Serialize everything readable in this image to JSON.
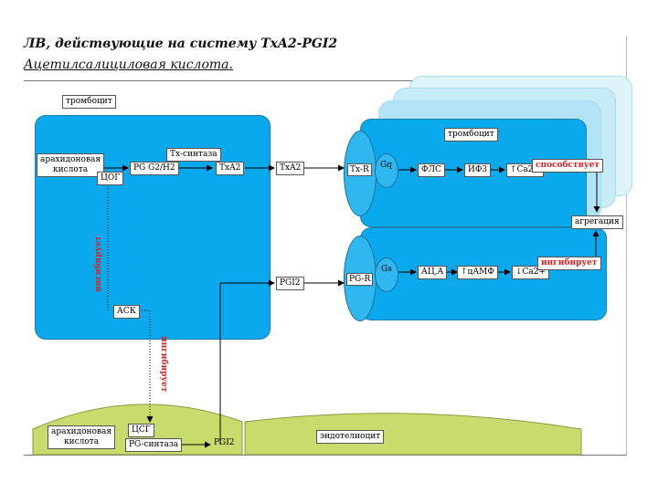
{
  "title": "ЛВ, действующие на систему TxA2-PGI2",
  "subtitle": "Ацетилсалициловая кислота.",
  "labels": {
    "thrombocyte_left": "тромбоцит",
    "thrombocyte_right": "тромбоцит",
    "arachidonic_top": "арахидоновая\nкислота",
    "cog": "ЦОГ",
    "pgg": "PG G2/H2",
    "tx_synthase": "Tx-синтаза",
    "txa2_in": "TxA2",
    "txa2_mid": "TxA2",
    "tx_r": "Tx-R",
    "gq": "Gq",
    "fls": "ФЛС",
    "if3": "ИФ3",
    "ca_up": "↑Ca2+",
    "promotes": "способствует",
    "aggregation": "агрегация",
    "pg_r": "PG-R",
    "gs": "Gs",
    "ac": "АЦ,А",
    "camp": "↑цАМФ",
    "ca_down": "↓Ca2+",
    "inhibits_right": "ингибирует",
    "pgi2_mid": "PGI2",
    "ask": "АСК",
    "inhibits_vert_left": "ингибирует",
    "inhibits_vert_mid": "ингибирует",
    "arachidonic_bottom": "арахидоновая\nкислота",
    "csg": "ЦСГ",
    "pg_synthase": "PG-синтаза",
    "pgi2_bottom": "PGI2",
    "endothelium": "эндотелиоцит"
  },
  "colors": {
    "cell_blue": "#0aa8ec",
    "ghost_blue": "#a6def4",
    "endo_green": "#c8dc6e",
    "inhibit_red": "#dd2222"
  }
}
